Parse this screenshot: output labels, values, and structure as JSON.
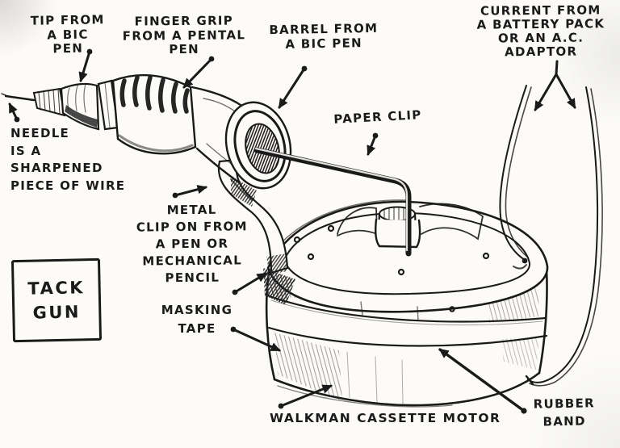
{
  "figure": {
    "title": {
      "text": "TACK\nGUN"
    }
  },
  "annotations": {
    "tip": {
      "text": "TIP FROM\nA BIC\nPEN"
    },
    "finger_grip": {
      "text": "FINGER GRIP\nFROM A PENTAL\nPEN"
    },
    "barrel": {
      "text": "BARREL FROM\nA BIC PEN"
    },
    "current": {
      "text": "CURRENT FROM\nA BATTERY PACK\nOR AN A.C.\nADAPTOR"
    },
    "needle": {
      "text": "NEEDLE\nIS A\nSHARPENED\nPIECE OF WIRE"
    },
    "paper_clip": {
      "text": "PAPER CLIP"
    },
    "metal_clip": {
      "text": "METAL\nCLIP ON FROM\nA PEN OR\nMECHANICAL\nPENCIL"
    },
    "masking_tape": {
      "text": "MASKING\nTAPE"
    },
    "walkman": {
      "text": "WALKMAN CASSETTE MOTOR"
    },
    "rubber_band": {
      "text": "RUBBER\nBAND"
    }
  },
  "colors": {
    "ink": "#1a1a1a",
    "paper": "#fcfbf8"
  }
}
